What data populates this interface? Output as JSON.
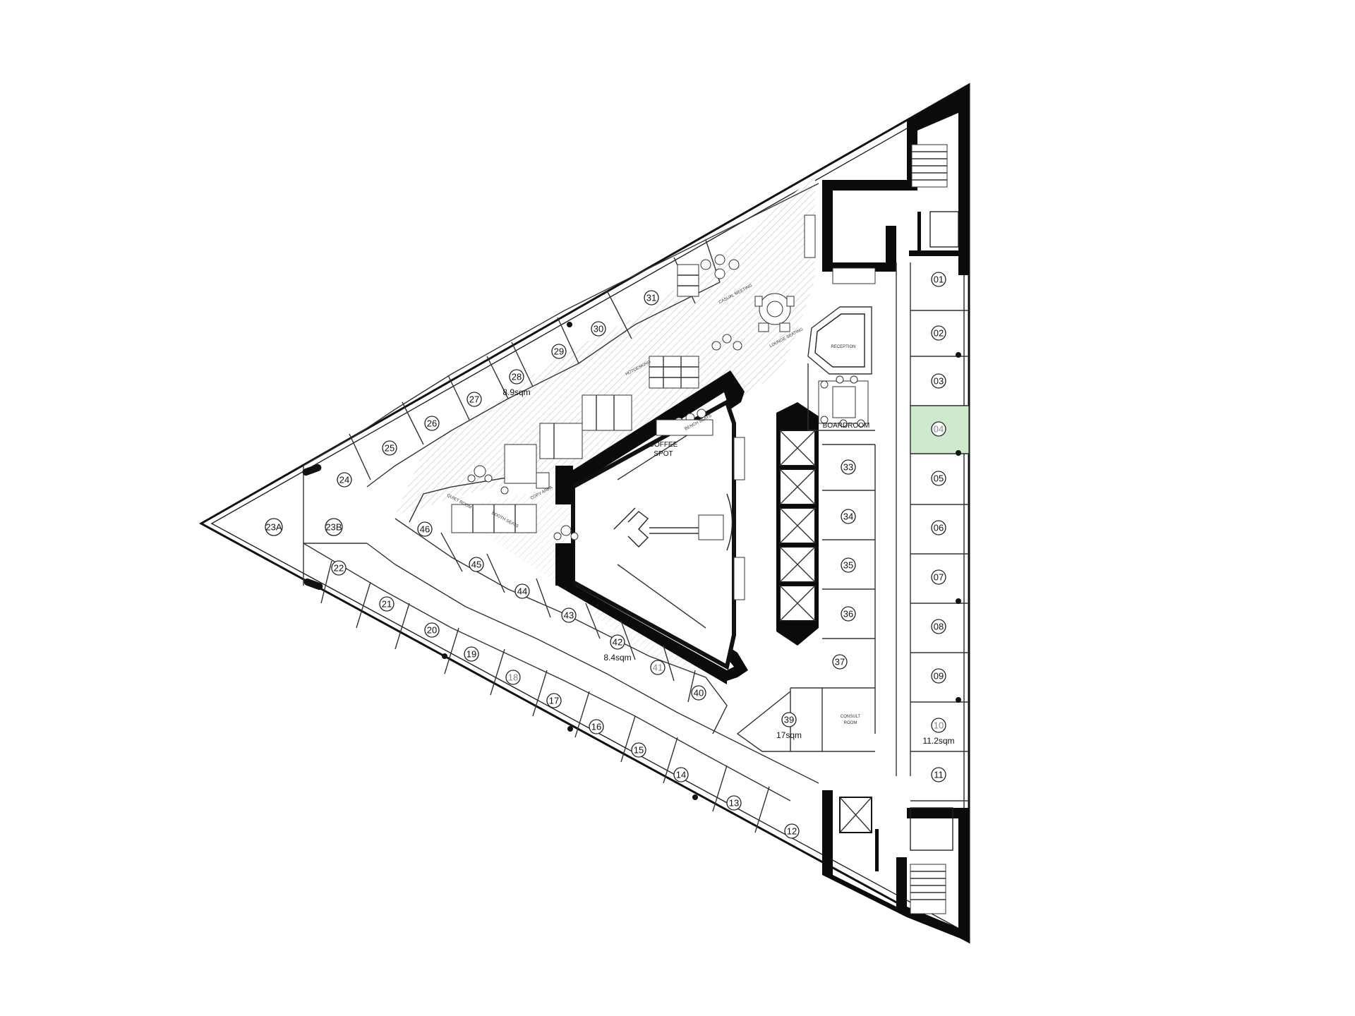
{
  "colors": {
    "wall": "#0b0b0b",
    "floor_hatch": "#bdbdbd",
    "highlight_office": "#cfe9cc",
    "background": "#ffffff"
  },
  "offices": [
    {
      "id": "01"
    },
    {
      "id": "02"
    },
    {
      "id": "03"
    },
    {
      "id": "04",
      "highlighted": true
    },
    {
      "id": "05"
    },
    {
      "id": "06"
    },
    {
      "id": "07"
    },
    {
      "id": "08"
    },
    {
      "id": "09"
    },
    {
      "id": "10",
      "area": "11.2sqm"
    },
    {
      "id": "11"
    },
    {
      "id": "12"
    },
    {
      "id": "13"
    },
    {
      "id": "14"
    },
    {
      "id": "15"
    },
    {
      "id": "16"
    },
    {
      "id": "17"
    },
    {
      "id": "18"
    },
    {
      "id": "19"
    },
    {
      "id": "20"
    },
    {
      "id": "21"
    },
    {
      "id": "22"
    },
    {
      "id": "23A"
    },
    {
      "id": "23B"
    },
    {
      "id": "24"
    },
    {
      "id": "25"
    },
    {
      "id": "26"
    },
    {
      "id": "27"
    },
    {
      "id": "28",
      "area": "8.9sqm"
    },
    {
      "id": "29"
    },
    {
      "id": "30"
    },
    {
      "id": "31"
    },
    {
      "id": "33"
    },
    {
      "id": "34"
    },
    {
      "id": "35"
    },
    {
      "id": "36"
    },
    {
      "id": "37"
    },
    {
      "id": "39",
      "area": "17sqm"
    },
    {
      "id": "40"
    },
    {
      "id": "41"
    },
    {
      "id": "42",
      "area": "8.4sqm"
    },
    {
      "id": "43"
    },
    {
      "id": "44"
    },
    {
      "id": "45"
    },
    {
      "id": "46"
    }
  ],
  "spaces": {
    "coffee_spot_line1": "COFFEE",
    "coffee_spot_line2": "SPOT",
    "boardroom": "BOARDROOM",
    "reception": "RECEPTION",
    "consult_room_line1": "CONSULT",
    "consult_room_line2": "ROOM",
    "casual_meeting": "CASUAL MEETING",
    "lounge_seating": "LOUNGE SEATING",
    "bench_seats": "BENCH SEATS",
    "copy_area": "COPY AREA",
    "booth_seats": "BOOTH SEATS",
    "quiet_room": "QUIET ROOM",
    "hotdesking": "HOTDESKING"
  }
}
